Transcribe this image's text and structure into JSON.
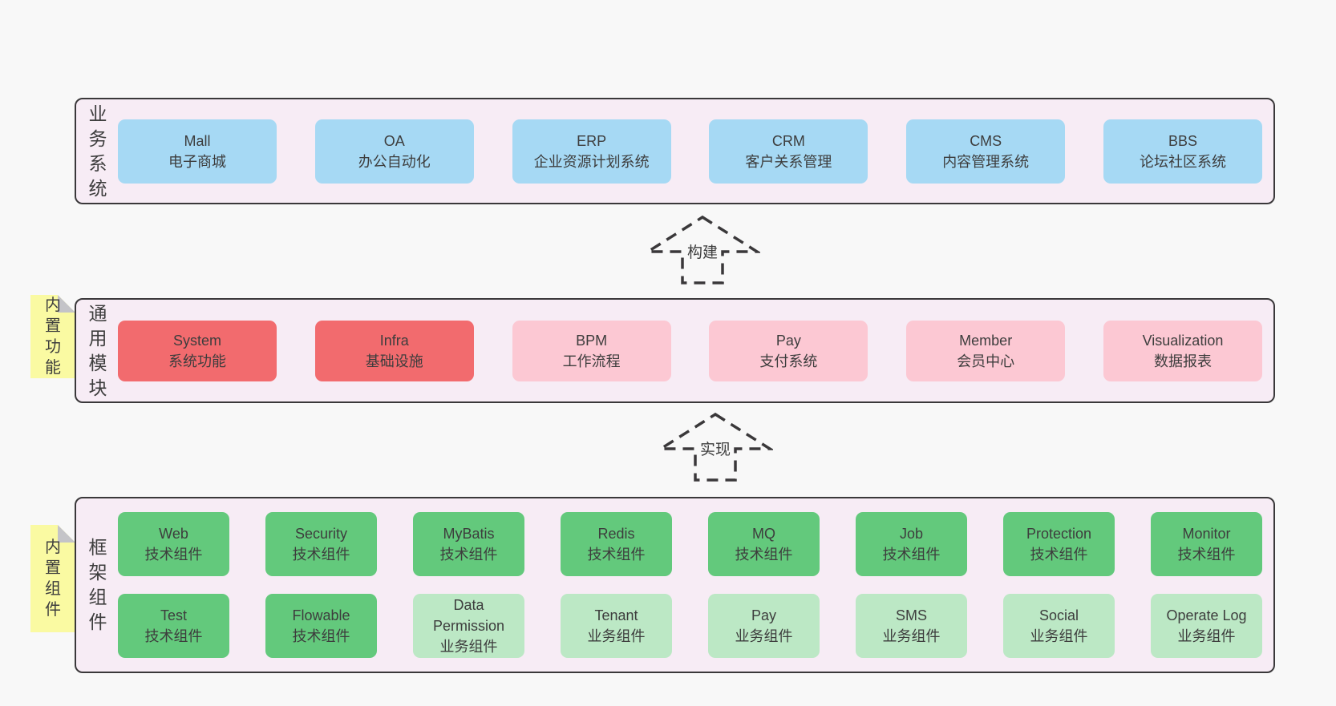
{
  "colors": {
    "page_bg": "#f8f8f8",
    "band_bg": "#f7ecf5",
    "band_border": "#3a383a",
    "blue": "#a6d9f4",
    "red": "#f26b6e",
    "pink": "#fcc8d3",
    "green": "#63c97c",
    "green_light": "#bce8c5",
    "sticky_yellow": "#fafaa2",
    "sticky_fold": "#c4c4c8",
    "text": "#3d3d3d"
  },
  "stickies": {
    "functions": "内置功能",
    "components": "内置组件"
  },
  "arrows": {
    "build": "构建",
    "implement": "实现"
  },
  "bands": {
    "business": {
      "label": "业务系统",
      "boxes": {
        "mall": {
          "title": "Mall",
          "subtitle": "电子商城"
        },
        "oa": {
          "title": "OA",
          "subtitle": "办公自动化"
        },
        "erp": {
          "title": "ERP",
          "subtitle": "企业资源计划系统"
        },
        "crm": {
          "title": "CRM",
          "subtitle": "客户关系管理"
        },
        "cms": {
          "title": "CMS",
          "subtitle": "内容管理系统"
        },
        "bbs": {
          "title": "BBS",
          "subtitle": "论坛社区系统"
        }
      }
    },
    "modules": {
      "label": "通用模块",
      "boxes": {
        "system": {
          "title": "System",
          "subtitle": "系统功能"
        },
        "infra": {
          "title": "Infra",
          "subtitle": "基础设施"
        },
        "bpm": {
          "title": "BPM",
          "subtitle": "工作流程"
        },
        "pay": {
          "title": "Pay",
          "subtitle": "支付系统"
        },
        "member": {
          "title": "Member",
          "subtitle": "会员中心"
        },
        "visualization": {
          "title": "Visualization",
          "subtitle": "数据报表"
        }
      }
    },
    "components": {
      "label": "框架组件",
      "boxes": {
        "web": {
          "title": "Web",
          "subtitle": "技术组件"
        },
        "security": {
          "title": "Security",
          "subtitle": "技术组件"
        },
        "mybatis": {
          "title": "MyBatis",
          "subtitle": "技术组件"
        },
        "redis": {
          "title": "Redis",
          "subtitle": "技术组件"
        },
        "mq": {
          "title": "MQ",
          "subtitle": "技术组件"
        },
        "job": {
          "title": "Job",
          "subtitle": "技术组件"
        },
        "protection": {
          "title": "Protection",
          "subtitle": "技术组件"
        },
        "monitor": {
          "title": "Monitor",
          "subtitle": "技术组件"
        },
        "test": {
          "title": "Test",
          "subtitle": "技术组件"
        },
        "flowable": {
          "title": "Flowable",
          "subtitle": "技术组件"
        },
        "data_permission": {
          "title": "Data Permission",
          "subtitle": "业务组件"
        },
        "tenant": {
          "title": "Tenant",
          "subtitle": "业务组件"
        },
        "pay": {
          "title": "Pay",
          "subtitle": "业务组件"
        },
        "sms": {
          "title": "SMS",
          "subtitle": "业务组件"
        },
        "social": {
          "title": "Social",
          "subtitle": "业务组件"
        },
        "operate_log": {
          "title": "Operate Log",
          "subtitle": "业务组件"
        }
      }
    }
  }
}
